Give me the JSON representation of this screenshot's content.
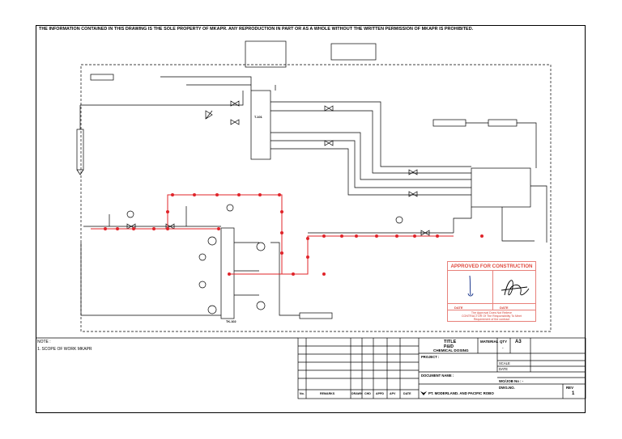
{
  "disclaimer": "THE INFORMATION CONTAINED IN THIS DRAWING IS THE SOLE PROPERTY OF MKAPR. ANY REPRODUCTION IN PART OR AS A WHOLE WITHOUT THE WRITTEN PERMISSION OF MKAPR IS PROHIBITED.",
  "notes": {
    "heading": "NOTE :",
    "item1": "1. SCOPE OF WORK MKAPR"
  },
  "approval_stamp": {
    "title": "APPROVED FOR CONSTRUCTION",
    "date_left": "DATE",
    "date_right": "DATE",
    "footer_line1": "The Approval Does Not Relieve",
    "footer_line2": "CONTRACTOR Of The Responsibility To Meet",
    "footer_line3": "Requirement of the contract"
  },
  "title_block": {
    "title_label": "TITLE",
    "title_line1": "P&ID",
    "title_line2": "CHEMICAL DOSING",
    "material_label": "MATERIAL",
    "qty_label": "QTY",
    "size_label": "A3",
    "dash": "-",
    "project_label": "PROJECT :",
    "document_label": "DOCUMENT NAME :",
    "dwg_label": "DWG.NO.",
    "rev_label": "REV",
    "rev_value": "1",
    "wo_label": "WO/JOB No : -",
    "company": "PT. MODERLAND. AND PACIFIC ROBO",
    "revision_header": {
      "no": "No.",
      "remarks": "REMARKS",
      "drawn": "DRAWN",
      "chk": "CHD",
      "app": "APPD",
      "appv": "APV",
      "date": "DATE"
    },
    "scale_label": "SCALE",
    "date_label": "DATE"
  },
  "colors": {
    "line": "#000000",
    "redline": "#e0242a",
    "stamp": "#e8807a",
    "signature": "#1f3b8f"
  },
  "tags": {
    "main_vessel": "T-101",
    "dosing_tank": "TK-102"
  }
}
